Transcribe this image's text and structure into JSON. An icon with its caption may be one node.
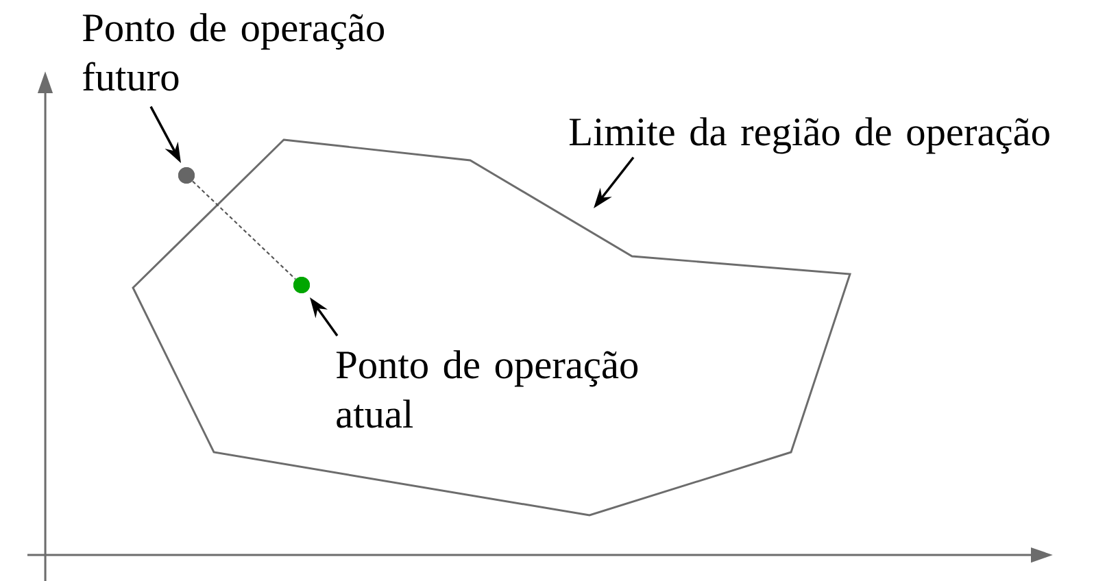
{
  "diagram": {
    "nodes": [
      {
        "text": [
          "Ponto de operação futuro"
        ]
      },
      {
        "text": [],
        "shape": "circle"
      },
      {
        "text": [
          "Limite da região de operação"
        ]
      },
      {
        "text": [],
        "shape": "polygon"
      },
      {
        "text": [],
        "shape": "circle",
        "in": 3
      },
      {
        "text": [
          "Ponto de operação atual"
        ],
        "in": 3
      }
    ],
    "edges": [
      {
        "from": 0,
        "to": 1,
        "arrow": "to"
      },
      {
        "from": 2,
        "to": 3,
        "arrow": "to"
      },
      {
        "from": 5,
        "to": 4,
        "arrow": "to"
      },
      {
        "from": 1,
        "to": 4,
        "arrow": "none",
        "style": "dashed",
        "color": "#555555"
      }
    ]
  }
}
